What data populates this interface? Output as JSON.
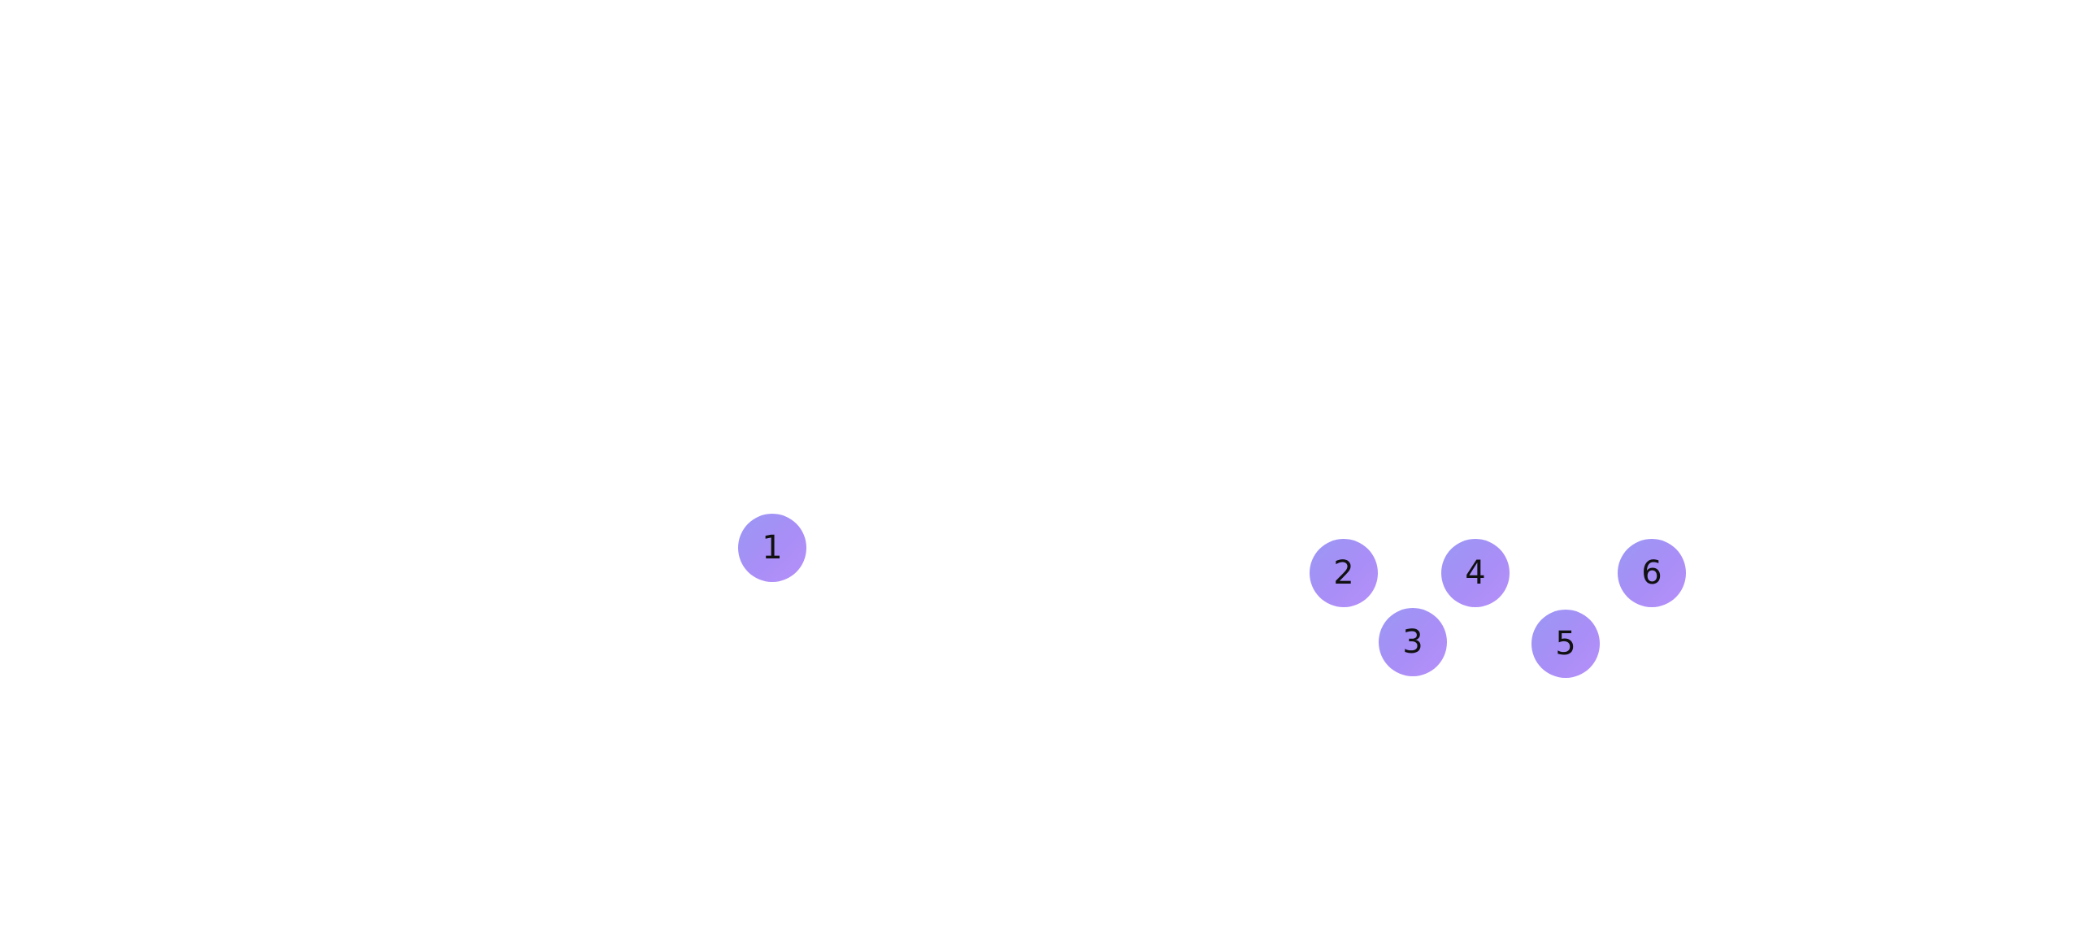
{
  "markers": [
    {
      "label": "1"
    },
    {
      "label": "2"
    },
    {
      "label": "3"
    },
    {
      "label": "4"
    },
    {
      "label": "5"
    },
    {
      "label": "6"
    }
  ],
  "colors": {
    "background": "#ffffff",
    "marker_fill_start": "#9a97f4",
    "marker_fill_end": "#b690f8",
    "marker_text": "#111111"
  }
}
